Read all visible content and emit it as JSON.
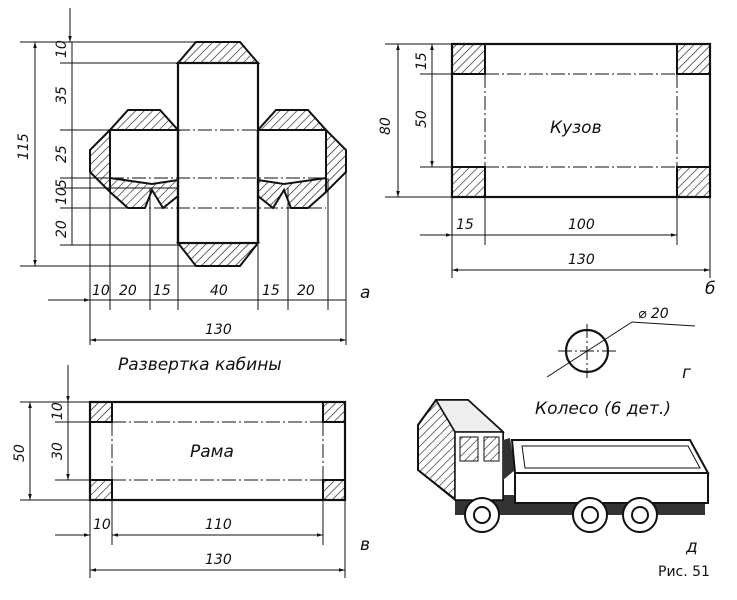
{
  "panel_a": {
    "letter": "а",
    "caption": "Развертка кабины",
    "vertical_dims": [
      "115",
      "10",
      "35",
      "25",
      "10",
      "5",
      "20"
    ],
    "horizontal_dims": [
      "10",
      "20",
      "15",
      "40",
      "15",
      "20"
    ],
    "total_width": "130"
  },
  "panel_b": {
    "letter": "б",
    "title": "Кузов",
    "vertical_dims": [
      "80",
      "15",
      "50"
    ],
    "horizontal_dims": [
      "15",
      "100"
    ],
    "total_width": "130"
  },
  "panel_v": {
    "letter": "в",
    "title": "Рама",
    "vertical_dims": [
      "50",
      "10",
      "30"
    ],
    "horizontal_dims": [
      "10",
      "110"
    ],
    "total_width": "130"
  },
  "panel_g": {
    "letter": "г",
    "diameter": "⌀ 20",
    "caption": "Колесо (6 дет.)"
  },
  "panel_d": {
    "letter": "д"
  },
  "figure_label": "Рис. 51"
}
